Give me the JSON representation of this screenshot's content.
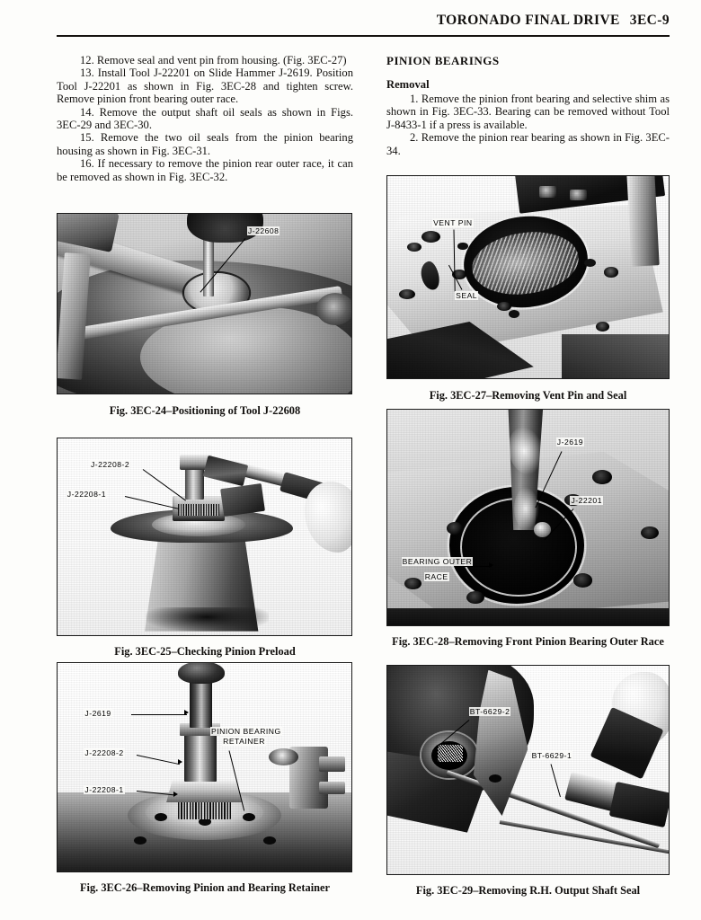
{
  "header": {
    "title": "TORONADO FINAL DRIVE",
    "folio": "3EC-9"
  },
  "left_column": {
    "paragraphs": [
      "12. Remove seal and vent pin from housing. (Fig. 3EC-27)",
      "13. Install Tool J-22201 on Slide Hammer J-2619. Position Tool J-22201 as shown in Fig. 3EC-28 and tighten screw. Remove pinion front bearing outer race.",
      "14. Remove the output shaft oil seals as shown in Figs. 3EC-29 and 3EC-30.",
      "15. Remove the two oil seals from the pinion bearing housing as shown in Fig. 3EC-31.",
      "16. If necessary to remove the pinion rear outer race, it can be removed as shown in Fig. 3EC-32."
    ]
  },
  "right_column": {
    "section_heading": "PINION BEARINGS",
    "sub_heading": "Removal",
    "paragraphs": [
      "1. Remove the pinion front bearing and selective shim as shown in Fig. 3EC-33. Bearing can be removed without Tool J-8433-1 if a press is available.",
      "2. Remove the pinion rear bearing as shown in Fig. 3EC-34."
    ]
  },
  "figures": [
    {
      "id": "fig-3ec-24",
      "caption": "Fig. 3EC-24–Positioning of Tool J-22608",
      "callouts": [
        {
          "text": "J-22608"
        }
      ]
    },
    {
      "id": "fig-3ec-25",
      "caption": "Fig. 3EC-25–Checking Pinion Preload",
      "callouts": [
        {
          "text": "J-22208-2"
        },
        {
          "text": "J-22208-1"
        }
      ]
    },
    {
      "id": "fig-3ec-26",
      "caption": "Fig. 3EC-26–Removing Pinion and Bearing Retainer",
      "callouts": [
        {
          "text": "J-2619"
        },
        {
          "text": "J-22208-2"
        },
        {
          "text": "J-22208-1"
        },
        {
          "text": "PINION BEARING"
        },
        {
          "text": "RETAINER"
        }
      ]
    },
    {
      "id": "fig-3ec-27",
      "caption": "Fig. 3EC-27–Removing Vent Pin and Seal",
      "callouts": [
        {
          "text": "VENT PIN"
        },
        {
          "text": "SEAL"
        }
      ]
    },
    {
      "id": "fig-3ec-28",
      "caption": "Fig. 3EC-28–Removing Front Pinion Bearing Outer Race",
      "callouts": [
        {
          "text": "J-2619"
        },
        {
          "text": "J-22201"
        },
        {
          "text": "BEARING OUTER"
        },
        {
          "text": "RACE"
        }
      ]
    },
    {
      "id": "fig-3ec-29",
      "caption": "Fig. 3EC-29–Removing R.H. Output Shaft Seal",
      "callouts": [
        {
          "text": "BT-6629-2"
        },
        {
          "text": "BT-6629-1"
        }
      ]
    }
  ],
  "colors": {
    "ink": "#12100e",
    "paper": "#fdfdfb",
    "rule": "#15120f"
  }
}
